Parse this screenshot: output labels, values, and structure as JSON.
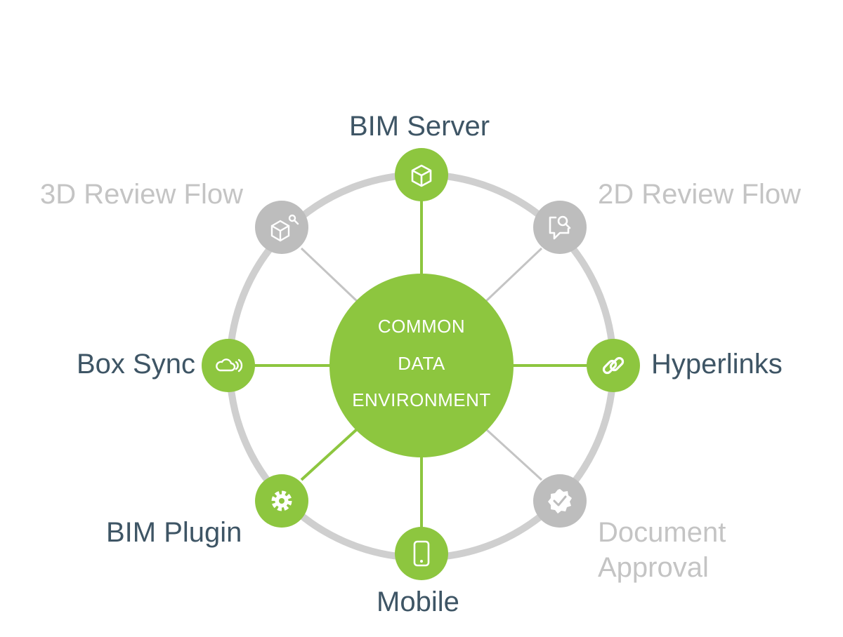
{
  "center": {
    "lines": [
      "COMMON",
      "DATA",
      "ENVIRONMENT"
    ]
  },
  "colors": {
    "active": "#8dc63f",
    "inactive": "#bdbdbd",
    "ring": "#cfcfcf",
    "active_text": "#3e5565",
    "inactive_text": "#c4c4c4"
  },
  "nodes": [
    {
      "id": "bim-server",
      "label": "BIM Server",
      "state": "active",
      "icon": "cube-icon"
    },
    {
      "id": "2d-review-flow",
      "label": "2D Review Flow",
      "state": "inactive",
      "icon": "comment-search-icon"
    },
    {
      "id": "hyperlinks",
      "label": "Hyperlinks",
      "state": "active",
      "icon": "link-icon"
    },
    {
      "id": "document-approval",
      "label_lines": [
        "Document",
        "Approval"
      ],
      "state": "inactive",
      "icon": "badge-check-icon"
    },
    {
      "id": "mobile",
      "label": "Mobile",
      "state": "active",
      "icon": "phone-icon"
    },
    {
      "id": "bim-plugin",
      "label": "BIM Plugin",
      "state": "active",
      "icon": "gear-icon"
    },
    {
      "id": "box-sync",
      "label": "Box Sync",
      "state": "active",
      "icon": "cloud-sync-icon"
    },
    {
      "id": "3d-review-flow",
      "label": "3D Review Flow",
      "state": "inactive",
      "icon": "cube-search-icon"
    }
  ]
}
